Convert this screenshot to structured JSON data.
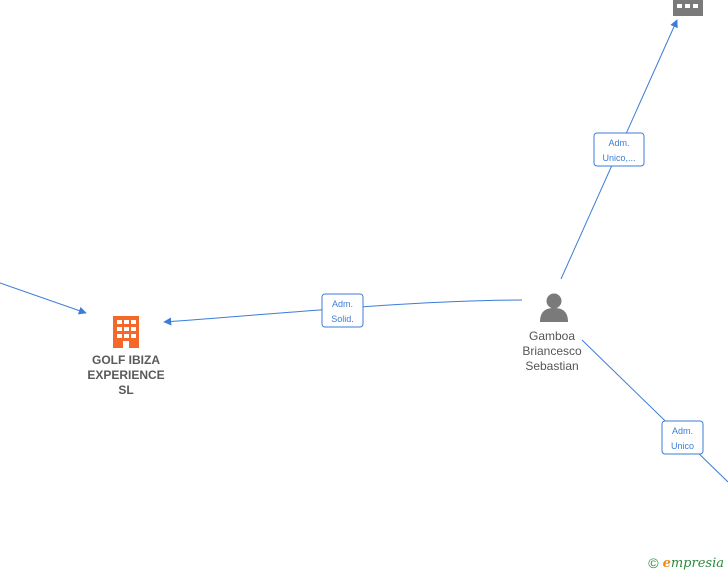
{
  "nodes": {
    "company_main": {
      "label_lines": [
        "GOLF IBIZA",
        "EXPERIENCE",
        "SL"
      ],
      "color": "#f4682a"
    },
    "company_top_right": {
      "color": "#7a7a7a"
    },
    "person": {
      "label_lines": [
        "Gamboa",
        "Briancesco",
        "Sebastian"
      ],
      "color": "#7a7a7a"
    }
  },
  "edges": {
    "to_company_main": {
      "label_lines": [
        "Adm.",
        "Solid."
      ]
    },
    "to_top_right": {
      "label_lines": [
        "Adm.",
        "Unico,..."
      ]
    },
    "to_bottom_right": {
      "label_lines": [
        "Adm.",
        "Unico"
      ]
    }
  },
  "colors": {
    "edge": "#3b7dd8"
  },
  "footer": {
    "copyright_symbol": "©",
    "brand_initial": "e",
    "brand_rest": "mpresia"
  }
}
